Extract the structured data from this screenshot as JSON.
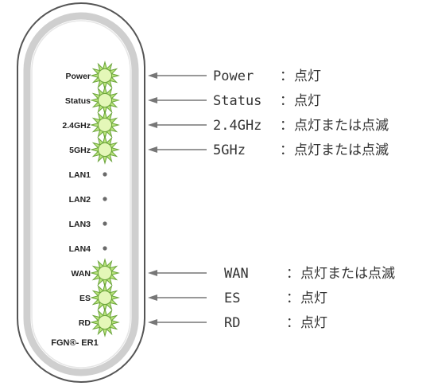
{
  "device": {
    "model_label": "FGN®- ER1",
    "leds": [
      {
        "label": "Power",
        "lit": true
      },
      {
        "label": "Status",
        "lit": true
      },
      {
        "label": "2.4GHz",
        "lit": true
      },
      {
        "label": "5GHz",
        "lit": true
      },
      {
        "label": "LAN1",
        "lit": false
      },
      {
        "label": "LAN2",
        "lit": false
      },
      {
        "label": "LAN3",
        "lit": false
      },
      {
        "label": "LAN4",
        "lit": false
      },
      {
        "label": "WAN",
        "lit": true
      },
      {
        "label": "ES",
        "lit": true
      },
      {
        "label": "RD",
        "lit": true
      }
    ]
  },
  "callouts": [
    {
      "led": "Power",
      "name": "Power",
      "colon": "：",
      "state": "点灯"
    },
    {
      "led": "Status",
      "name": "Status",
      "colon": "：",
      "state": "点灯"
    },
    {
      "led": "2.4GHz",
      "name": "2.4GHz",
      "colon": "：",
      "state": "点灯または点滅"
    },
    {
      "led": "5GHz",
      "name": "5GHz",
      "colon": "：",
      "state": "点灯または点滅"
    },
    {
      "led": "WAN",
      "name": "WAN",
      "colon": "：",
      "state": "点灯または点滅"
    },
    {
      "led": "ES",
      "name": "ES",
      "colon": "：",
      "state": "点灯"
    },
    {
      "led": "RD",
      "name": "RD",
      "colon": "：",
      "state": "点灯"
    }
  ],
  "colors": {
    "led_fill": "#b7e37a",
    "led_stroke": "#6aa33a",
    "led_core": "#e4f7b8",
    "led_off": "#6a6a6a",
    "arrow": "#777777",
    "body_outer": "#555555",
    "body_band": "#cfcfcf",
    "text": "#333333"
  }
}
